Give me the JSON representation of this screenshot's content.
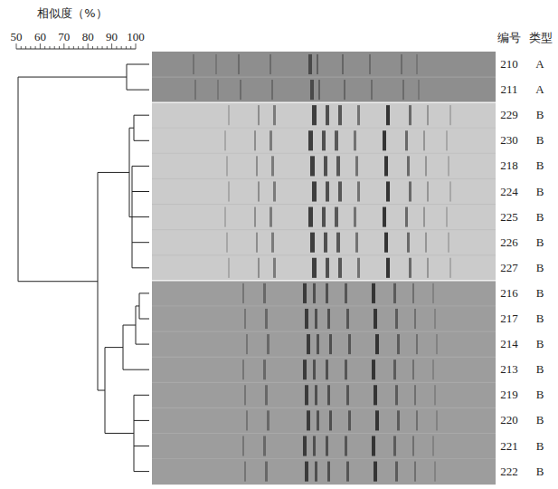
{
  "diagram": {
    "labels": [
      "相似度（%）",
      "50",
      "60",
      "70",
      "80",
      "90",
      "100",
      "编号",
      "类型",
      "210",
      "A",
      "211",
      "A",
      "229",
      "B",
      "230",
      "B",
      "218",
      "B",
      "224",
      "B",
      "225",
      "B",
      "226",
      "B",
      "227",
      "B",
      "216",
      "B",
      "217",
      "B",
      "214",
      "B",
      "213",
      "B",
      "219",
      "B",
      "220",
      "B",
      "221",
      "B",
      "222",
      "B"
    ]
  }
}
